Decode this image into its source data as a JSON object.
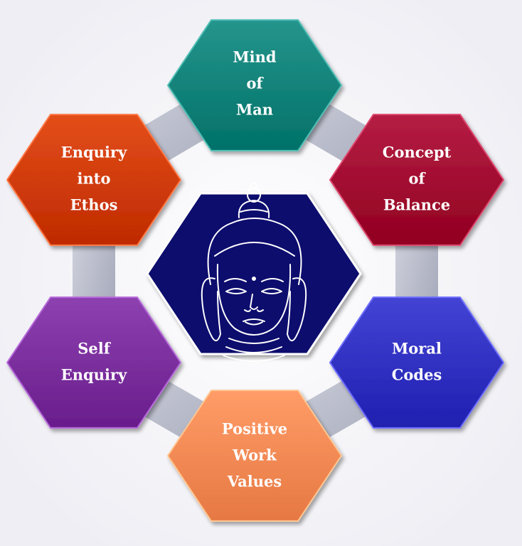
{
  "diagram": {
    "center": {
      "icon": "buddha-face-icon",
      "color": "#0c0c6e"
    },
    "nodes": [
      {
        "id": "mind-of-man",
        "lines": [
          "Mind",
          "of",
          "Man"
        ],
        "color": "#13837a"
      },
      {
        "id": "concept-of-balance",
        "lines": [
          "Concept",
          "of",
          "Balance"
        ],
        "color": "#a30b32"
      },
      {
        "id": "moral-codes",
        "lines": [
          "Moral",
          "Codes"
        ],
        "color": "#3131c2"
      },
      {
        "id": "positive-work-values",
        "lines": [
          "Positive",
          "Work",
          "Values"
        ],
        "color": "#f88a55"
      },
      {
        "id": "self-enquiry",
        "lines": [
          "Self",
          "Enquiry"
        ],
        "color": "#7b2f9e"
      },
      {
        "id": "enquiry-into-ethos",
        "lines": [
          "Enquiry",
          "into",
          "Ethos"
        ],
        "color": "#d13c08"
      }
    ],
    "connector_color": "#b9bdcc"
  }
}
